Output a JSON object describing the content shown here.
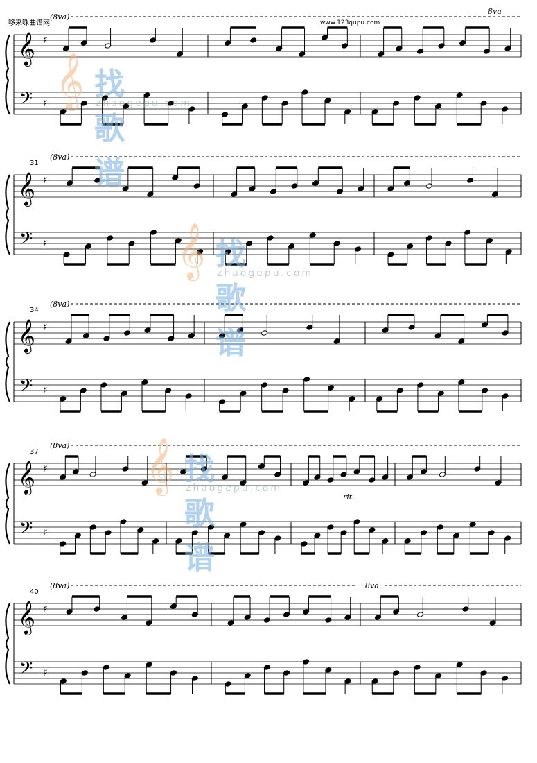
{
  "header": {
    "site_left": "哆来咪曲谱网",
    "site_url": "www.123qupu.com"
  },
  "watermark": {
    "brand_cn": "找歌谱",
    "brand_en": "zhaogepu.com"
  },
  "score": {
    "ottava": "(8va)",
    "ottava_plain": "8va",
    "rit": "rit.",
    "clef_treble": "𝄞",
    "clef_bass": "𝄢",
    "key_sig": "♯",
    "systems": [
      {
        "measure_start": ""
      },
      {
        "measure_start": "31"
      },
      {
        "measure_start": "34"
      },
      {
        "measure_start": "37"
      },
      {
        "measure_start": "40"
      }
    ]
  },
  "colors": {
    "ink": "#000000",
    "watermark_orange": "#f3b37a",
    "watermark_blue": "#7fb6e6"
  }
}
